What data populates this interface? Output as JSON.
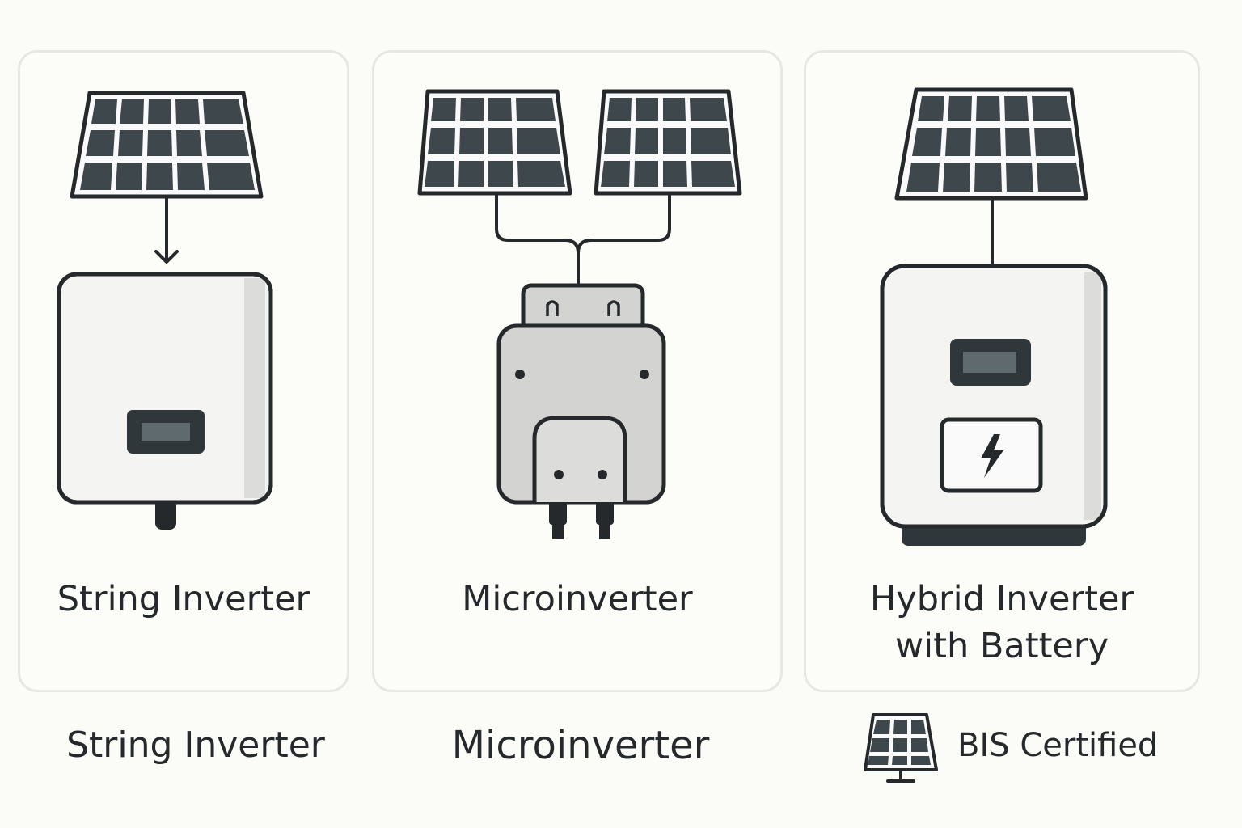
{
  "cards": [
    {
      "title": "String Inverter"
    },
    {
      "title": "Microinverter"
    },
    {
      "title_line1": "Hybrid Inverter",
      "title_line2": "with Battery"
    }
  ],
  "bottom_labels": {
    "string": "String Inverter",
    "micro": "Microinverter",
    "badge": "BIS Certified"
  },
  "icons": [
    "solar-panel-icon",
    "down-arrow-icon",
    "string-inverter-icon",
    "microinverter-icon",
    "hybrid-inverter-icon",
    "battery-bolt-icon"
  ],
  "colors": {
    "background": "#fbfbf8",
    "card_border": "#e7e7e4",
    "panel_cell": "#3d474c",
    "outline": "#25292b",
    "inverter_body": "#f4f4f2",
    "micro_body": "#d3d3d1",
    "display": "#5f6a6e"
  }
}
